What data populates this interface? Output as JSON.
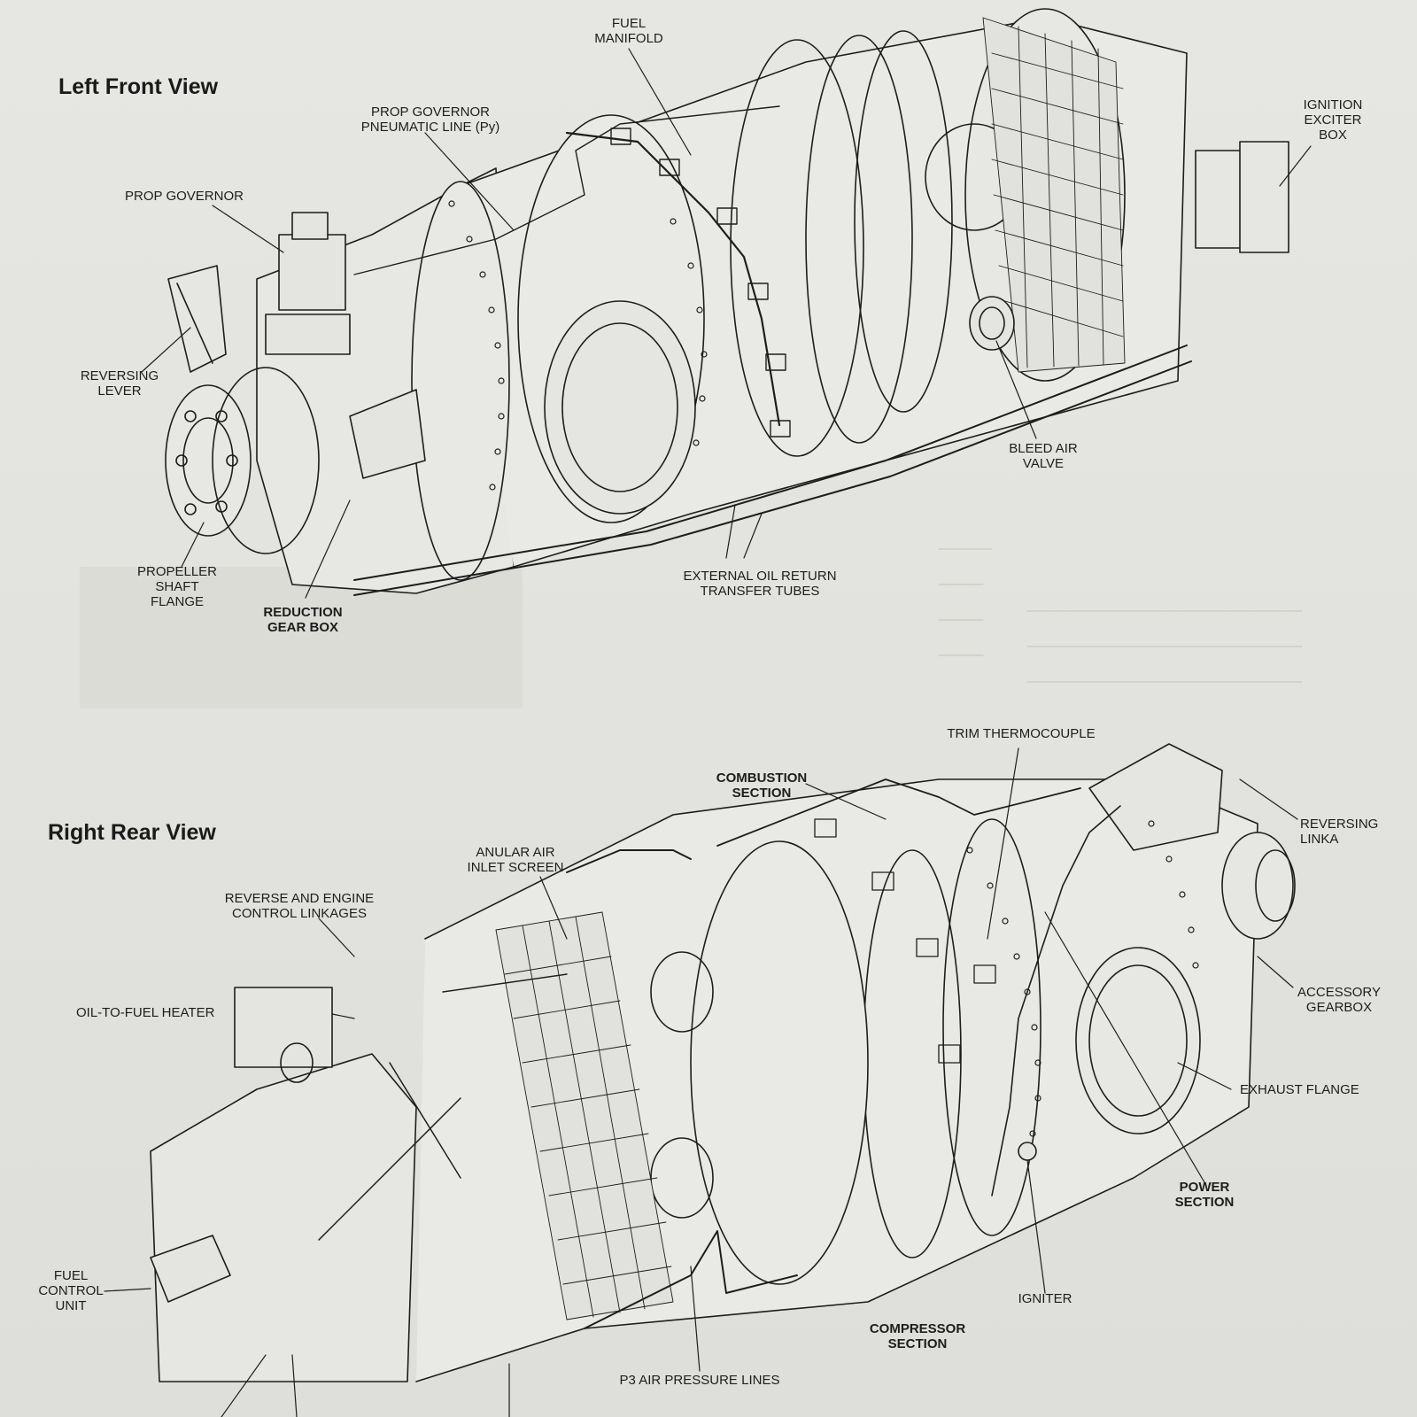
{
  "views": {
    "left_front": {
      "title": "Left Front View",
      "labels": {
        "fuel_manifold": "FUEL\nMANIFOLD",
        "prop_governor_pneumatic_line": "PROP GOVERNOR\nPNEUMATIC LINE (Py)",
        "prop_governor": "PROP GOVERNOR",
        "ignition_exciter_box": "IGNITION\nEXCITER\nBOX",
        "reversing_lever": "REVERSING\nLEVER",
        "bleed_air_valve": "BLEED AIR\nVALVE",
        "propeller_shaft_flange": "PROPELLER\nSHAFT\nFLANGE",
        "external_oil_return_transfer_tubes": "EXTERNAL OIL RETURN\nTRANSFER TUBES",
        "reduction_gear_box": "REDUCTION\nGEAR BOX"
      }
    },
    "right_rear": {
      "title": "Right Rear View",
      "labels": {
        "trim_thermocouple": "TRIM THERMOCOUPLE",
        "combustion_section": "COMBUSTION\nSECTION",
        "reversing_linkage": "REVERSING LINKA",
        "anular_air_inlet_screen": "ANULAR AIR\nINLET SCREEN",
        "reverse_and_engine_control_linkages": "REVERSE AND ENGINE\nCONTROL LINKAGES",
        "oil_to_fuel_heater": "OIL-TO-FUEL HEATER",
        "accessory_gearbox": "ACCESSORY\nGEARBOX",
        "exhaust_flange": "EXHAUST FLANGE",
        "power_section": "POWER\nSECTION",
        "fuel_control_unit": "FUEL\nCONTROL\nUNIT",
        "igniter": "IGNITER",
        "compressor_section": "COMPRESSOR\nSECTION",
        "p3_air_pressure_lines": "P3 AIR PRESSURE LINES"
      }
    }
  },
  "colors": {
    "paper": "#e3e3df",
    "ink": "#1d1d1d"
  }
}
